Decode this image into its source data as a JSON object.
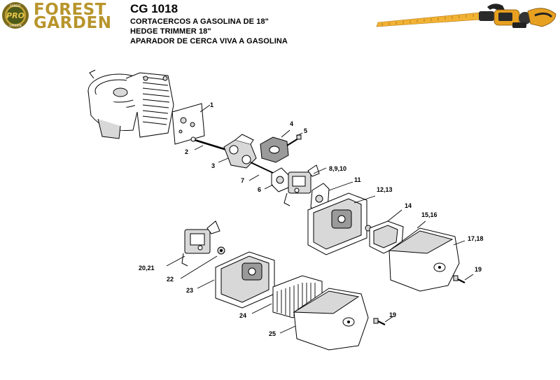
{
  "brand": {
    "badge_text": "PRO",
    "badge_ring_top": "FOREST",
    "badge_ring_bottom": "GARDEN",
    "line1": "FOREST",
    "line2": "GARDEN",
    "color": "#b8952c"
  },
  "header": {
    "model": "CG 1018",
    "desc_es": "CORTACERCOS A GASOLINA DE 18\"",
    "desc_en": "HEDGE TRIMMER 18\"",
    "desc_pt": "APARADOR DE CERCA VIVA A GASOLINA"
  },
  "callouts": {
    "c1": "1",
    "c2": "2",
    "c3": "3",
    "c4": "4",
    "c5": "5",
    "c6": "6",
    "c7": "7",
    "c8_9_10": "8,9,10",
    "c11": "11",
    "c12_13": "12,13",
    "c14": "14",
    "c15_16": "15,16",
    "c17_18": "17,18",
    "c19a": "19",
    "c19b": "19",
    "c20_21": "20,21",
    "c22": "22",
    "c23": "23",
    "c24": "24",
    "c25": "25"
  },
  "colors": {
    "blade": "#f2b233",
    "engine_body": "#e8a020"
  },
  "icons": [
    "pro-badge-icon",
    "hedge-trimmer-photo"
  ]
}
